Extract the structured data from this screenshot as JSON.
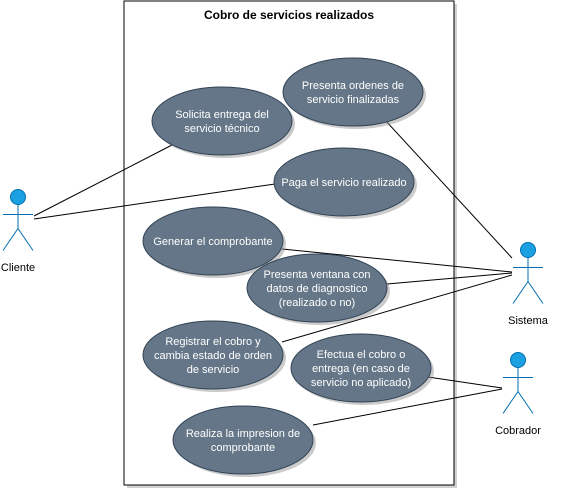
{
  "system": {
    "title": "Cobro de servicios realizados"
  },
  "actors": [
    {
      "id": "cliente",
      "name": "Cliente"
    },
    {
      "id": "sistema",
      "name": "Sistema"
    },
    {
      "id": "cobrador",
      "name": "Cobrador"
    }
  ],
  "use_cases": [
    {
      "id": "presenta-ordenes",
      "lines": [
        "Presenta ordenes de",
        "servicio finalizadas"
      ]
    },
    {
      "id": "solicita-entrega",
      "lines": [
        "Solicita entrega del",
        "servicio técnico"
      ]
    },
    {
      "id": "paga-servicio",
      "lines": [
        "Paga el servicio realizado"
      ]
    },
    {
      "id": "generar-comprobante",
      "lines": [
        "Generar el comprobante"
      ]
    },
    {
      "id": "presenta-ventana",
      "lines": [
        "Presenta ventana con",
        "datos de diagnostico",
        "(realizado o no)"
      ]
    },
    {
      "id": "registrar-cobro",
      "lines": [
        "Registrar el cobro y",
        "cambia estado de orden",
        "de servicio"
      ]
    },
    {
      "id": "efectua-cobro",
      "lines": [
        "Efectua el cobro o",
        "entrega (en caso de",
        "servicio no aplicado)"
      ]
    },
    {
      "id": "realiza-impresion",
      "lines": [
        "Realiza la impresion de",
        "comprobante"
      ]
    }
  ],
  "associations": [
    {
      "actor": "cliente",
      "use_case": "solicita-entrega"
    },
    {
      "actor": "cliente",
      "use_case": "paga-servicio"
    },
    {
      "actor": "sistema",
      "use_case": "presenta-ordenes"
    },
    {
      "actor": "sistema",
      "use_case": "generar-comprobante"
    },
    {
      "actor": "sistema",
      "use_case": "presenta-ventana"
    },
    {
      "actor": "sistema",
      "use_case": "registrar-cobro"
    },
    {
      "actor": "cobrador",
      "use_case": "efectua-cobro"
    },
    {
      "actor": "cobrador",
      "use_case": "realiza-impresion"
    }
  ]
}
